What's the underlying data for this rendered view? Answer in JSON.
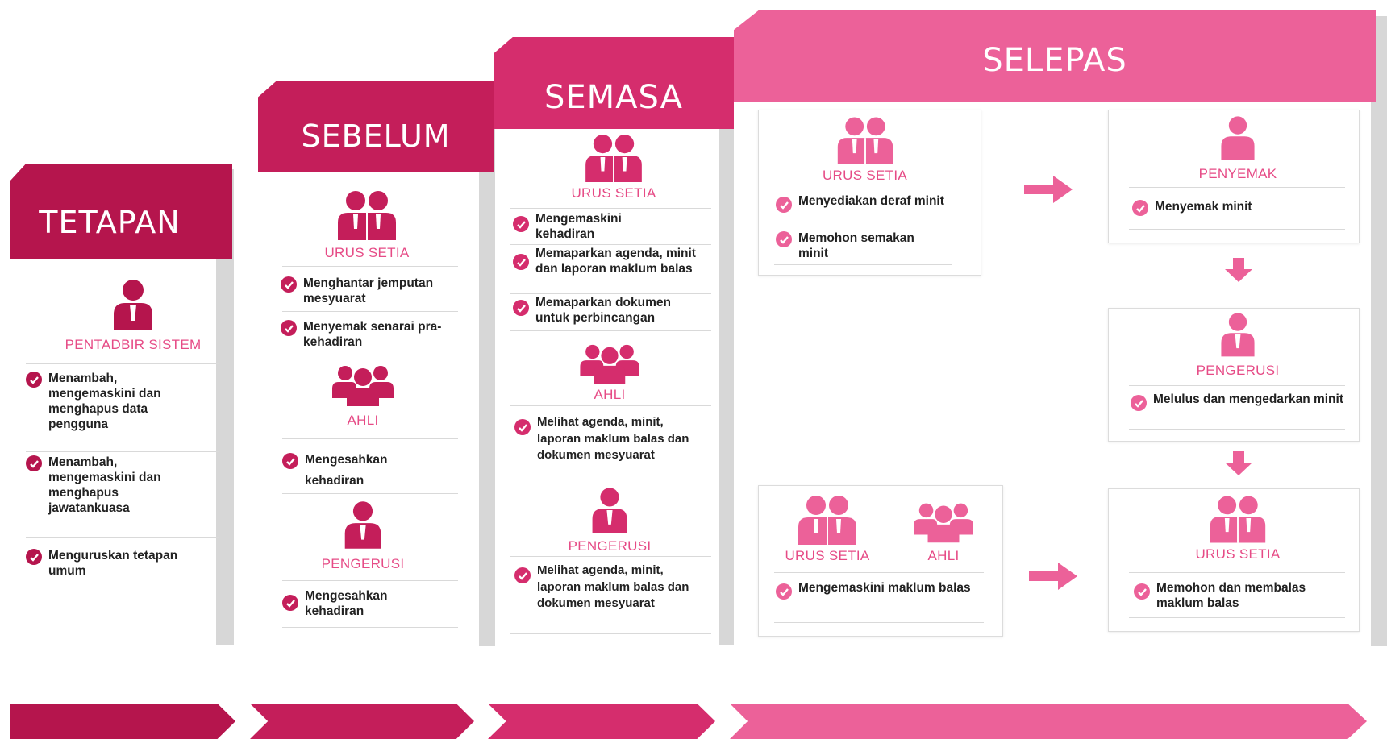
{
  "colors": {
    "tetapan": "#b5154d",
    "sebelum": "#c41e5a",
    "semasa": "#d52d6d",
    "selepas": "#ec6199",
    "role_text": "#e64b86",
    "check": "#d5306e"
  },
  "columns": {
    "tetapan": {
      "title": "TETAPAN",
      "roles": [
        {
          "icon": "person-icon",
          "label": "PENTADBIR SISTEM",
          "items": [
            "Menambah, mengemaskini dan menghapus data pengguna",
            "Menambah, mengemaskini dan menghapus jawatankuasa",
            "Menguruskan tetapan umum"
          ]
        }
      ]
    },
    "sebelum": {
      "title": "SEBELUM",
      "roles": [
        {
          "icon": "pair-icon",
          "label": "URUS SETIA",
          "items": [
            "Menghantar jemputan mesyuarat",
            "Menyemak senarai pra-kehadiran"
          ]
        },
        {
          "icon": "group-icon",
          "label": "AHLI",
          "items": [
            "Mengesahkan kehadiran"
          ]
        },
        {
          "icon": "person-icon",
          "label": "PENGERUSI",
          "items": [
            "Mengesahkan kehadiran"
          ]
        }
      ]
    },
    "semasa": {
      "title": "SEMASA",
      "roles": [
        {
          "icon": "pair-icon",
          "label": "URUS SETIA",
          "items": [
            "Mengemaskini kehadiran",
            "Memaparkan agenda, minit dan laporan maklum balas",
            "Memaparkan dokumen untuk perbincangan"
          ]
        },
        {
          "icon": "group-icon",
          "label": "AHLI",
          "items": [
            "Melihat agenda, minit, laporan maklum balas dan dokumen mesyuarat"
          ]
        },
        {
          "icon": "person-icon",
          "label": "PENGERUSI",
          "items": [
            "Melihat agenda, minit, laporan maklum balas dan dokumen mesyuarat"
          ]
        }
      ]
    },
    "selepas": {
      "title": "SELEPAS",
      "boxes": {
        "urus_setia_top": {
          "label": "URUS SETIA",
          "items": [
            "Menyediakan deraf minit",
            "Memohon semakan minit"
          ]
        },
        "penyemak": {
          "label": "PENYEMAK",
          "items": [
            "Menyemak minit"
          ]
        },
        "pengerusi": {
          "label": "PENGERUSI",
          "items": [
            "Melulus dan mengedarkan minit"
          ]
        },
        "urus_setia_ahli": {
          "labels": [
            "URUS SETIA",
            "AHLI"
          ],
          "items": [
            "Mengemaskini maklum balas"
          ]
        },
        "urus_setia_bottom": {
          "label": "URUS SETIA",
          "items": [
            "Memohon  dan membalas maklum balas"
          ]
        }
      }
    }
  }
}
